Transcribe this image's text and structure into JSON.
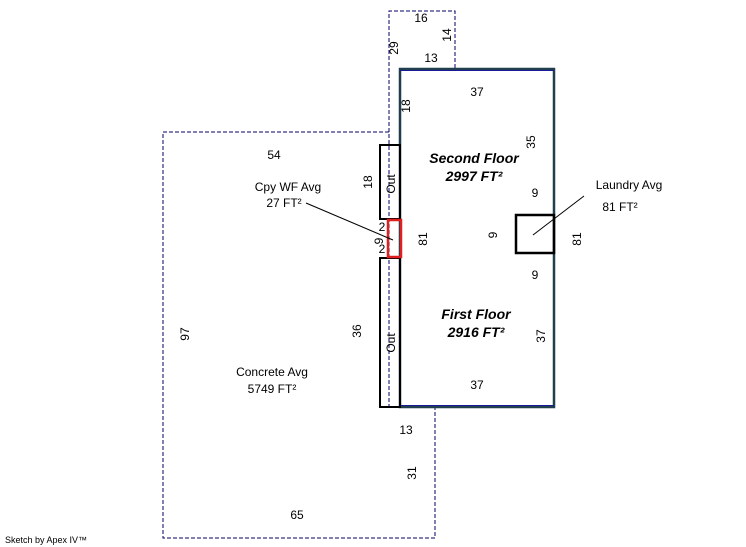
{
  "footer": "Sketch by Apex IV™",
  "areas": {
    "second_floor": {
      "name": "Second Floor",
      "area": "2997 FT²"
    },
    "first_floor": {
      "name": "First Floor",
      "area": "2916 FT²"
    },
    "concrete": {
      "name": "Concrete Avg",
      "area": "5749 FT²"
    },
    "cpy_wf": {
      "name": "Cpy WF Avg",
      "area": "27 FT²"
    },
    "laundry": {
      "name": "Laundry Avg",
      "area": "81 FT²"
    }
  },
  "outs": {
    "upper": "Out",
    "lower": "Out"
  },
  "dimensions": {
    "top_16": "16",
    "top_14": "14",
    "top_29": "29",
    "top_13": "13",
    "house_top_37": "37",
    "house_left_18": "18",
    "house_right_35": "35",
    "concrete_top_54": "54",
    "concrete_left_97": "97",
    "concrete_inner_36": "36",
    "out_upper_18": "18",
    "cpy_2a": "2",
    "cpy_2b": "2",
    "cpy_9": "9",
    "house_mid_81": "81",
    "laundry_9_top": "9",
    "laundry_9_left": "9",
    "laundry_9_bottom": "9",
    "house_right_81": "81",
    "house_right_37": "37",
    "house_bottom_37": "37",
    "concrete_13": "13",
    "concrete_31": "31",
    "concrete_bottom_65": "65"
  }
}
